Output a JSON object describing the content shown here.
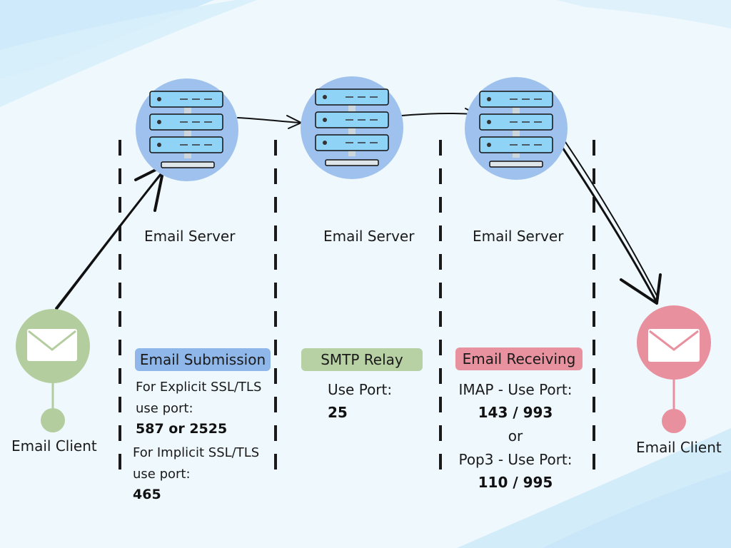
{
  "colors": {
    "background": "#eef8fd",
    "server_circle": "#9fc1ee",
    "server_panel": "#8fd3f7",
    "sender_client": "#b3cd9e",
    "receiver_client": "#e9909e",
    "submission_pill": "#8fb7ea",
    "relay_pill": "#b7d0a4",
    "receiving_pill": "#e8919f"
  },
  "servers": [
    {
      "label": "Email Server",
      "icon": "server-rack-icon"
    },
    {
      "label": "Email Server",
      "icon": "server-rack-icon"
    },
    {
      "label": "Email Server",
      "icon": "server-rack-icon"
    }
  ],
  "clients": {
    "sender": {
      "label": "Email Client",
      "icon": "envelope-icon"
    },
    "receiver": {
      "label": "Email Client",
      "icon": "envelope-icon"
    }
  },
  "stages": {
    "submission": {
      "title": "Email Submission",
      "explicit_line1": "For Explicit SSL/TLS",
      "explicit_line2": "use port:",
      "explicit_ports": "587 or 2525",
      "implicit_line1": "For Implicit SSL/TLS",
      "implicit_line2": "use port:",
      "implicit_port": "465"
    },
    "relay": {
      "title": "SMTP Relay",
      "line1": "Use Port:",
      "port": "25"
    },
    "receiving": {
      "title": "Email Receiving",
      "imap_line": "IMAP - Use Port:",
      "imap_ports": "143 / 993",
      "or_text": "or",
      "pop3_line": "Pop3 - Use Port:",
      "pop3_ports": "110 / 995"
    }
  }
}
